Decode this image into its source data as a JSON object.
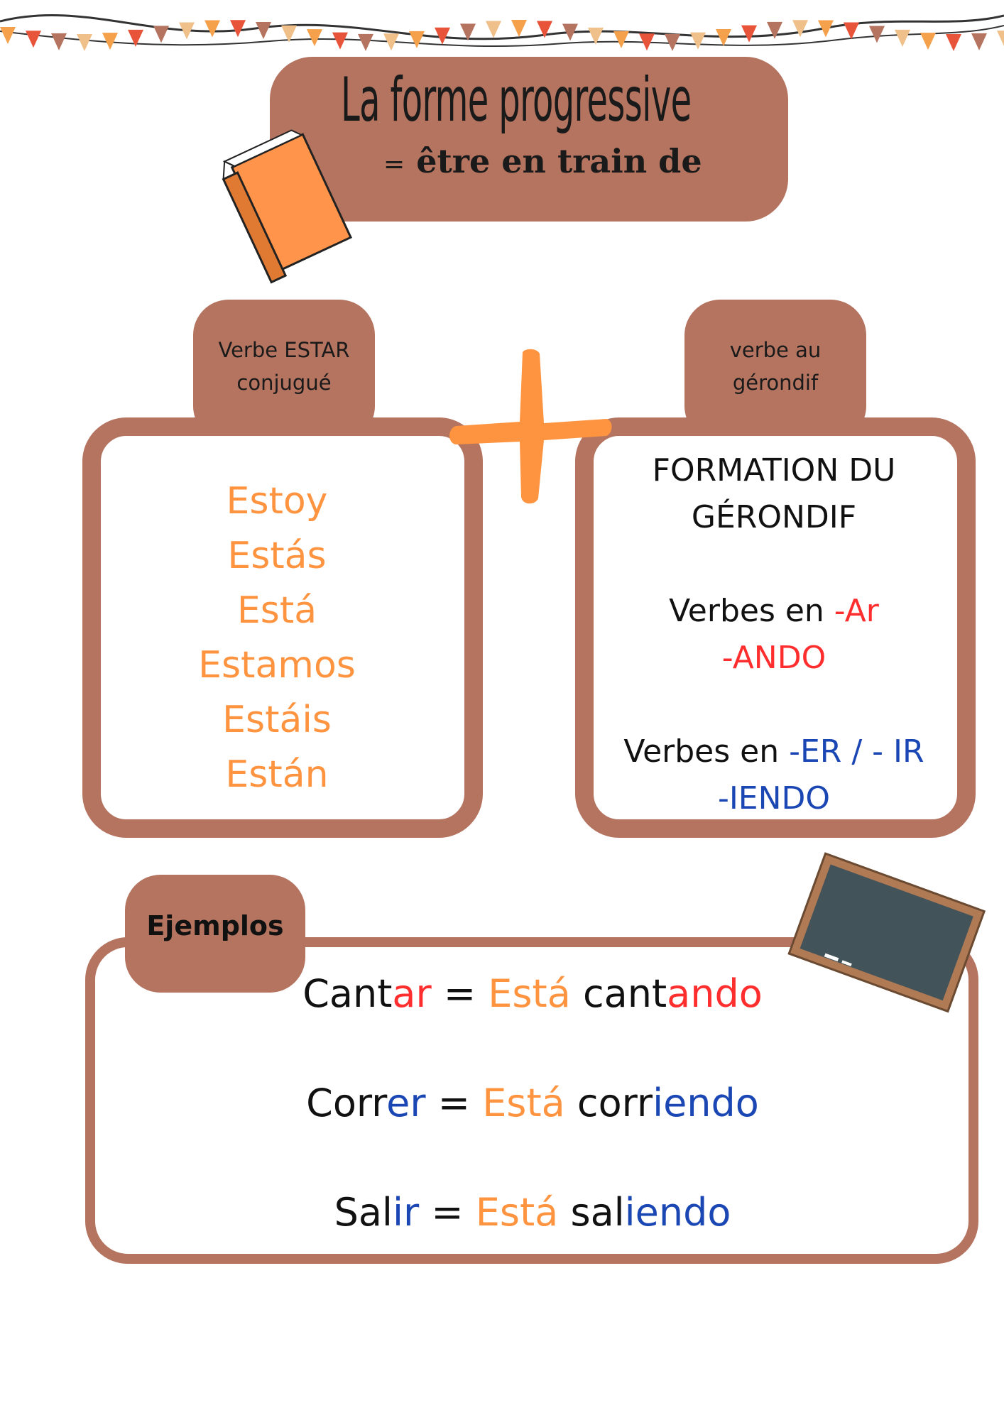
{
  "title": {
    "main": "La forme progressive",
    "sub_eq": "=",
    "sub": "être en train de"
  },
  "left_tab": {
    "line1": "Verbe ESTAR",
    "line2": "conjugué"
  },
  "right_tab": {
    "line1": "verbe au",
    "line2": "gérondif"
  },
  "conjugations": [
    "Estoy",
    "Estás",
    "Está",
    "Estamos",
    "Estáis",
    "Están"
  ],
  "formation": {
    "heading1": "FORMATION DU",
    "heading2": "GÉRONDIF",
    "ar_prefix": "Verbes en ",
    "ar_ending": "-Ar",
    "ar_result": "-ANDO",
    "er_prefix": "Verbes en ",
    "er_ending": "-ER / - IR",
    "er_result": "-IENDO"
  },
  "examples": {
    "label": "Ejemplos",
    "items": [
      {
        "stem": "Cant",
        "ending": "ar",
        "eq": " = ",
        "aux": "Está",
        "space": " ",
        "ger_stem": "cant",
        "ger_end": "ando",
        "color": "#ff2e2e"
      },
      {
        "stem": "Corr",
        "ending": "er",
        "eq": " = ",
        "aux": "Está",
        "space": " ",
        "ger_stem": "corr",
        "ger_end": "iendo",
        "color": "#1a47b3"
      },
      {
        "stem": "Sal",
        "ending": "ir",
        "eq": " = ",
        "aux": "Está",
        "space": " ",
        "ger_stem": "sal",
        "ger_end": "iendo",
        "color": "#1a47b3"
      }
    ]
  },
  "colors": {
    "brown": "#b47460",
    "orange": "#ff9440",
    "red": "#ff2e2e",
    "blue": "#1a47b3"
  }
}
